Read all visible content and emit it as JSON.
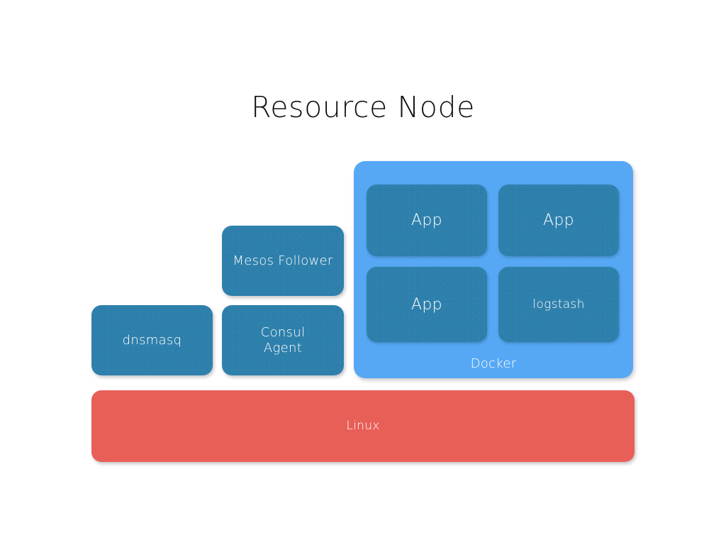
{
  "slide": {
    "title": "Resource Node",
    "background_color": "#ffffff"
  },
  "palette": {
    "service_blue": "#2e80ac",
    "docker_blue": "#56a8f5",
    "linux_red": "#e85f58",
    "title_text": "#111111",
    "card_text": "#ffffff"
  },
  "host_services": [
    {
      "id": "dnsmasq",
      "label": "dnsmasq"
    },
    {
      "id": "consul-agent",
      "label": "Consul\nAgent",
      "line1": "Consul",
      "line2": "Agent"
    },
    {
      "id": "mesos-follower",
      "label": "Mesos Follower"
    }
  ],
  "docker": {
    "label": "Docker",
    "containers": [
      {
        "id": "app-1",
        "label": "App"
      },
      {
        "id": "app-2",
        "label": "App"
      },
      {
        "id": "app-3",
        "label": "App"
      },
      {
        "id": "logstash",
        "label": "logstash"
      }
    ]
  },
  "platform": {
    "label": "Linux"
  }
}
